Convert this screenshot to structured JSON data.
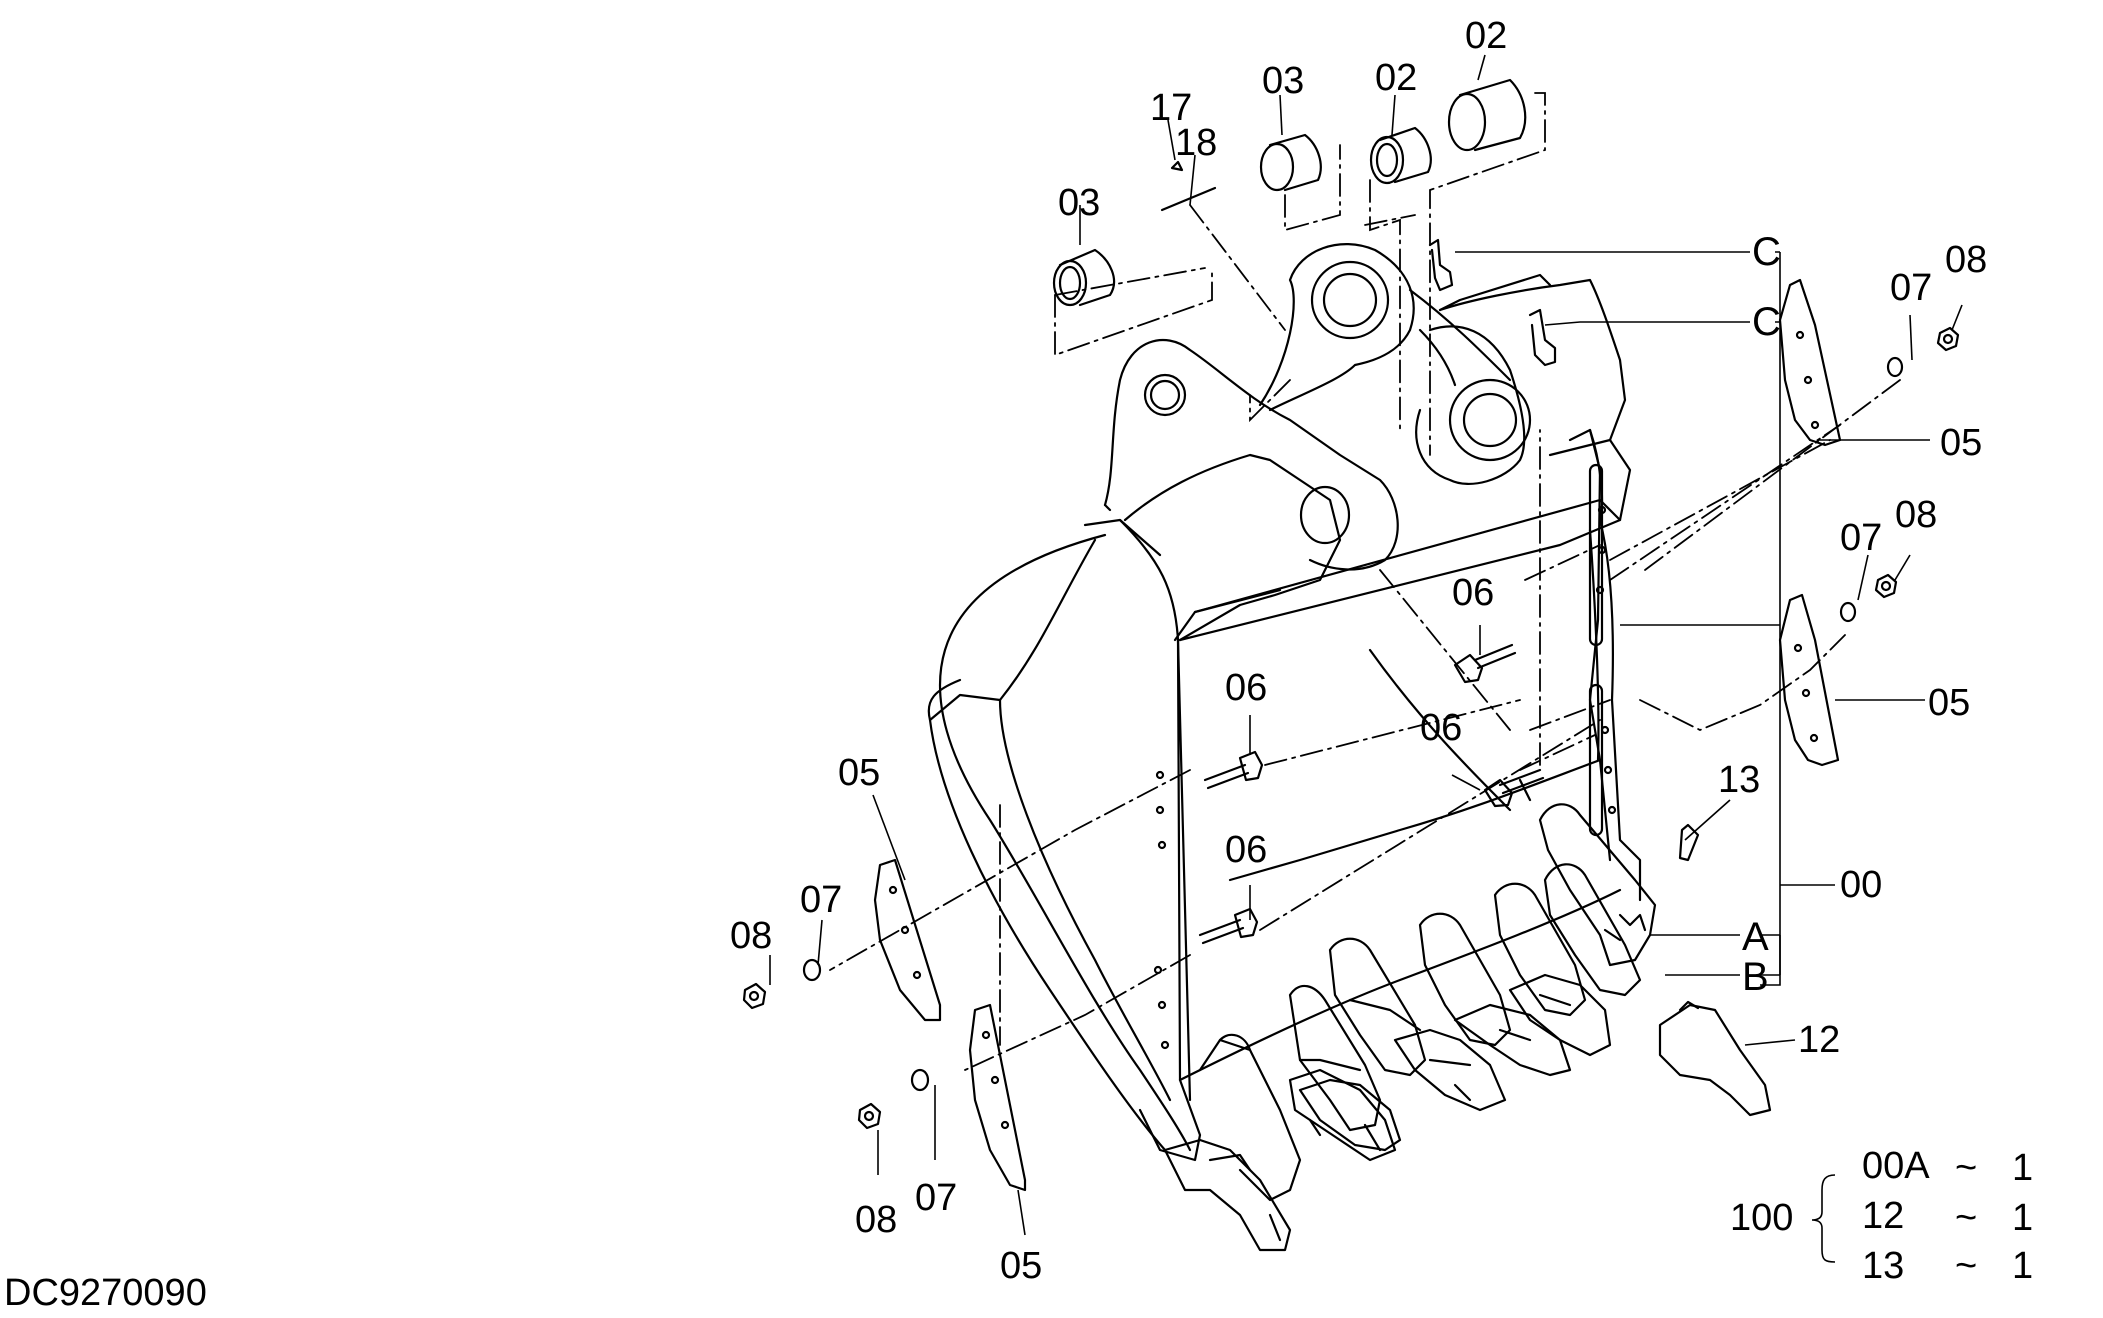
{
  "drawing_code": "DC9270090",
  "callouts": {
    "c03a": "03",
    "c17": "17",
    "c18": "18",
    "c03b": "03",
    "c02a": "02",
    "c02b": "02",
    "cC1": "C",
    "cC2": "C",
    "c07a": "07",
    "c08a": "08",
    "c05a": "05",
    "c07b": "07",
    "c08b": "08",
    "c05b": "05",
    "c06a": "06",
    "c06b": "06",
    "c06c": "06",
    "c06d": "06",
    "c13": "13",
    "c00": "00",
    "cA": "A",
    "cB": "B",
    "c12": "12",
    "c05c": "05",
    "c07c": "07",
    "c08c": "08",
    "c07d": "07",
    "c08d": "08",
    "c05d": "05"
  },
  "kit": {
    "number": "100",
    "rows": [
      {
        "item": "00A",
        "sep": "~",
        "qty": "1"
      },
      {
        "item": "12",
        "sep": "~",
        "qty": "1"
      },
      {
        "item": "13",
        "sep": "~",
        "qty": "1"
      }
    ]
  },
  "line_color": "#000000",
  "background": "#ffffff"
}
